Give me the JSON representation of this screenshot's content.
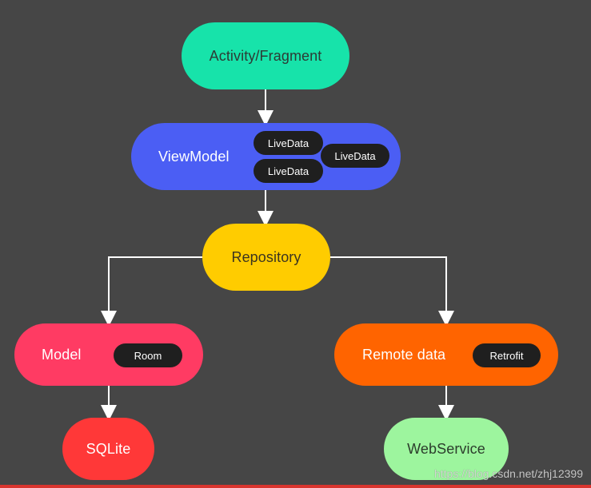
{
  "colors": {
    "background": "#464646",
    "activity": "#17e3aa",
    "viewmodel": "#4b5ef4",
    "repository": "#ffcc00",
    "model": "#ff3b63",
    "remote": "#ff6400",
    "sqlite": "#ff3838",
    "webservice": "#9df59e",
    "pill": "#1f1f1f",
    "connector": "#ffffff",
    "bottom_rule": "#d9352f"
  },
  "nodes": {
    "activity": "Activity/Fragment",
    "viewmodel": "ViewModel",
    "repository": "Repository",
    "model": "Model",
    "remote": "Remote data",
    "sqlite": "SQLite",
    "webservice": "WebService"
  },
  "pills": {
    "livedata_1": "LiveData",
    "livedata_2": "LiveData",
    "livedata_3": "LiveData",
    "room": "Room",
    "retrofit": "Retrofit"
  },
  "watermark": "https://blog.csdn.net/zhj12399"
}
